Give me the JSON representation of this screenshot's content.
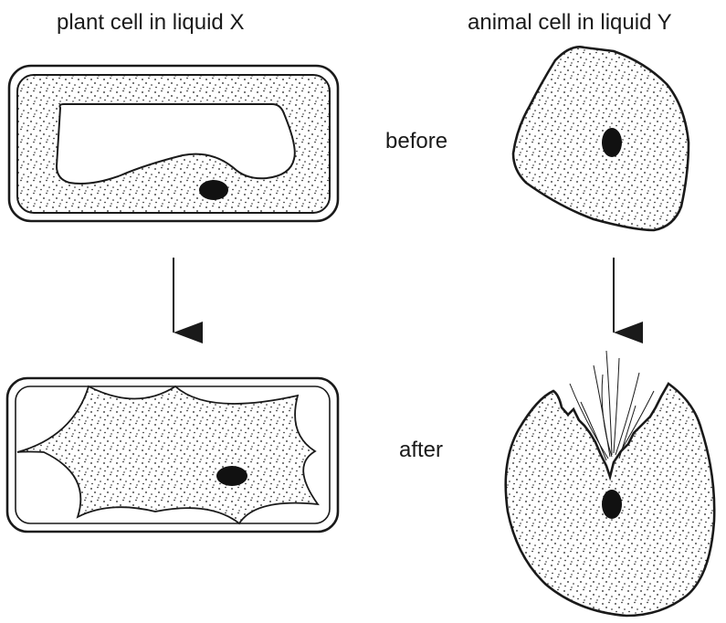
{
  "labels": {
    "plant_title": "plant cell in liquid X",
    "animal_title": "animal cell in liquid Y",
    "before": "before",
    "after": "after"
  },
  "colors": {
    "ink": "#1a1a1a",
    "background": "#ffffff",
    "cytoplasm": "#ffffff"
  },
  "icons": [
    "down-arrow-icon",
    "down-arrow-icon"
  ]
}
